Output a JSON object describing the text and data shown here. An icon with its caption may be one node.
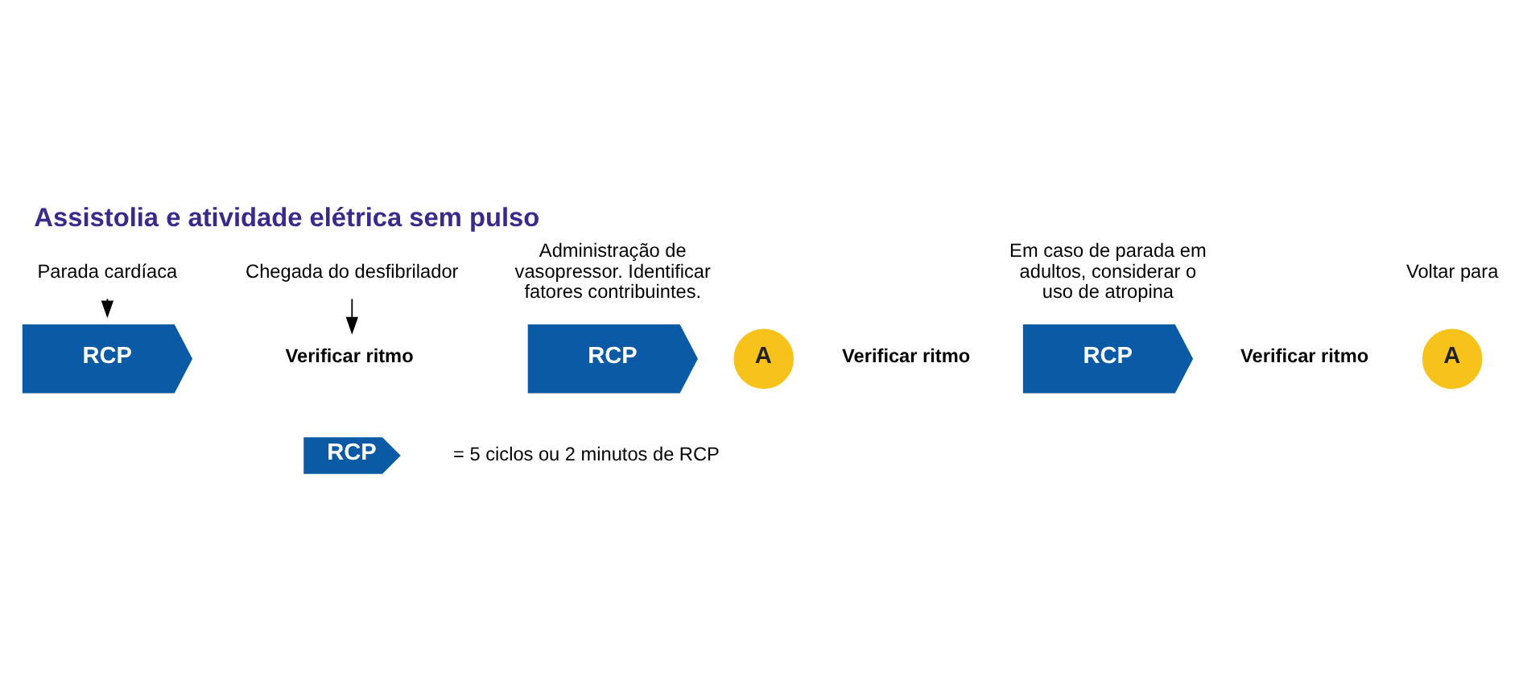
{
  "diagram": {
    "title": "Assistolia e atividade elétrica sem pulso",
    "nodes": [
      {
        "text": [
          "Parada cardíaca"
        ]
      },
      {
        "text": [
          "RCP"
        ]
      },
      {
        "text": [
          "Chegada do desfibrilador"
        ]
      },
      {
        "text": [
          "Verificar ritmo"
        ]
      },
      {
        "text": [
          "RCP"
        ],
        "beside": [
          "Administração de vasopressor. Identificar fatores contribuintes."
        ]
      },
      {
        "text": [
          "A"
        ]
      },
      {
        "text": [
          "Verificar ritmo"
        ]
      },
      {
        "text": [
          "RCP"
        ],
        "beside": [
          "Em caso de parada em adultos, considerar o uso de atropina"
        ]
      },
      {
        "text": [
          "Verificar ritmo"
        ]
      },
      {
        "text": [
          "A"
        ],
        "beside": [
          "Voltar para"
        ]
      }
    ],
    "edges": [
      {
        "from": 0,
        "to": 1,
        "arrow": "to"
      },
      {
        "from": 2,
        "to": 3,
        "arrow": "to"
      }
    ],
    "labels": [
      "RCP"
    ],
    "legend": [
      {
        "text": "= 5 ciclos ou 2 minutos de RCP"
      }
    ]
  }
}
